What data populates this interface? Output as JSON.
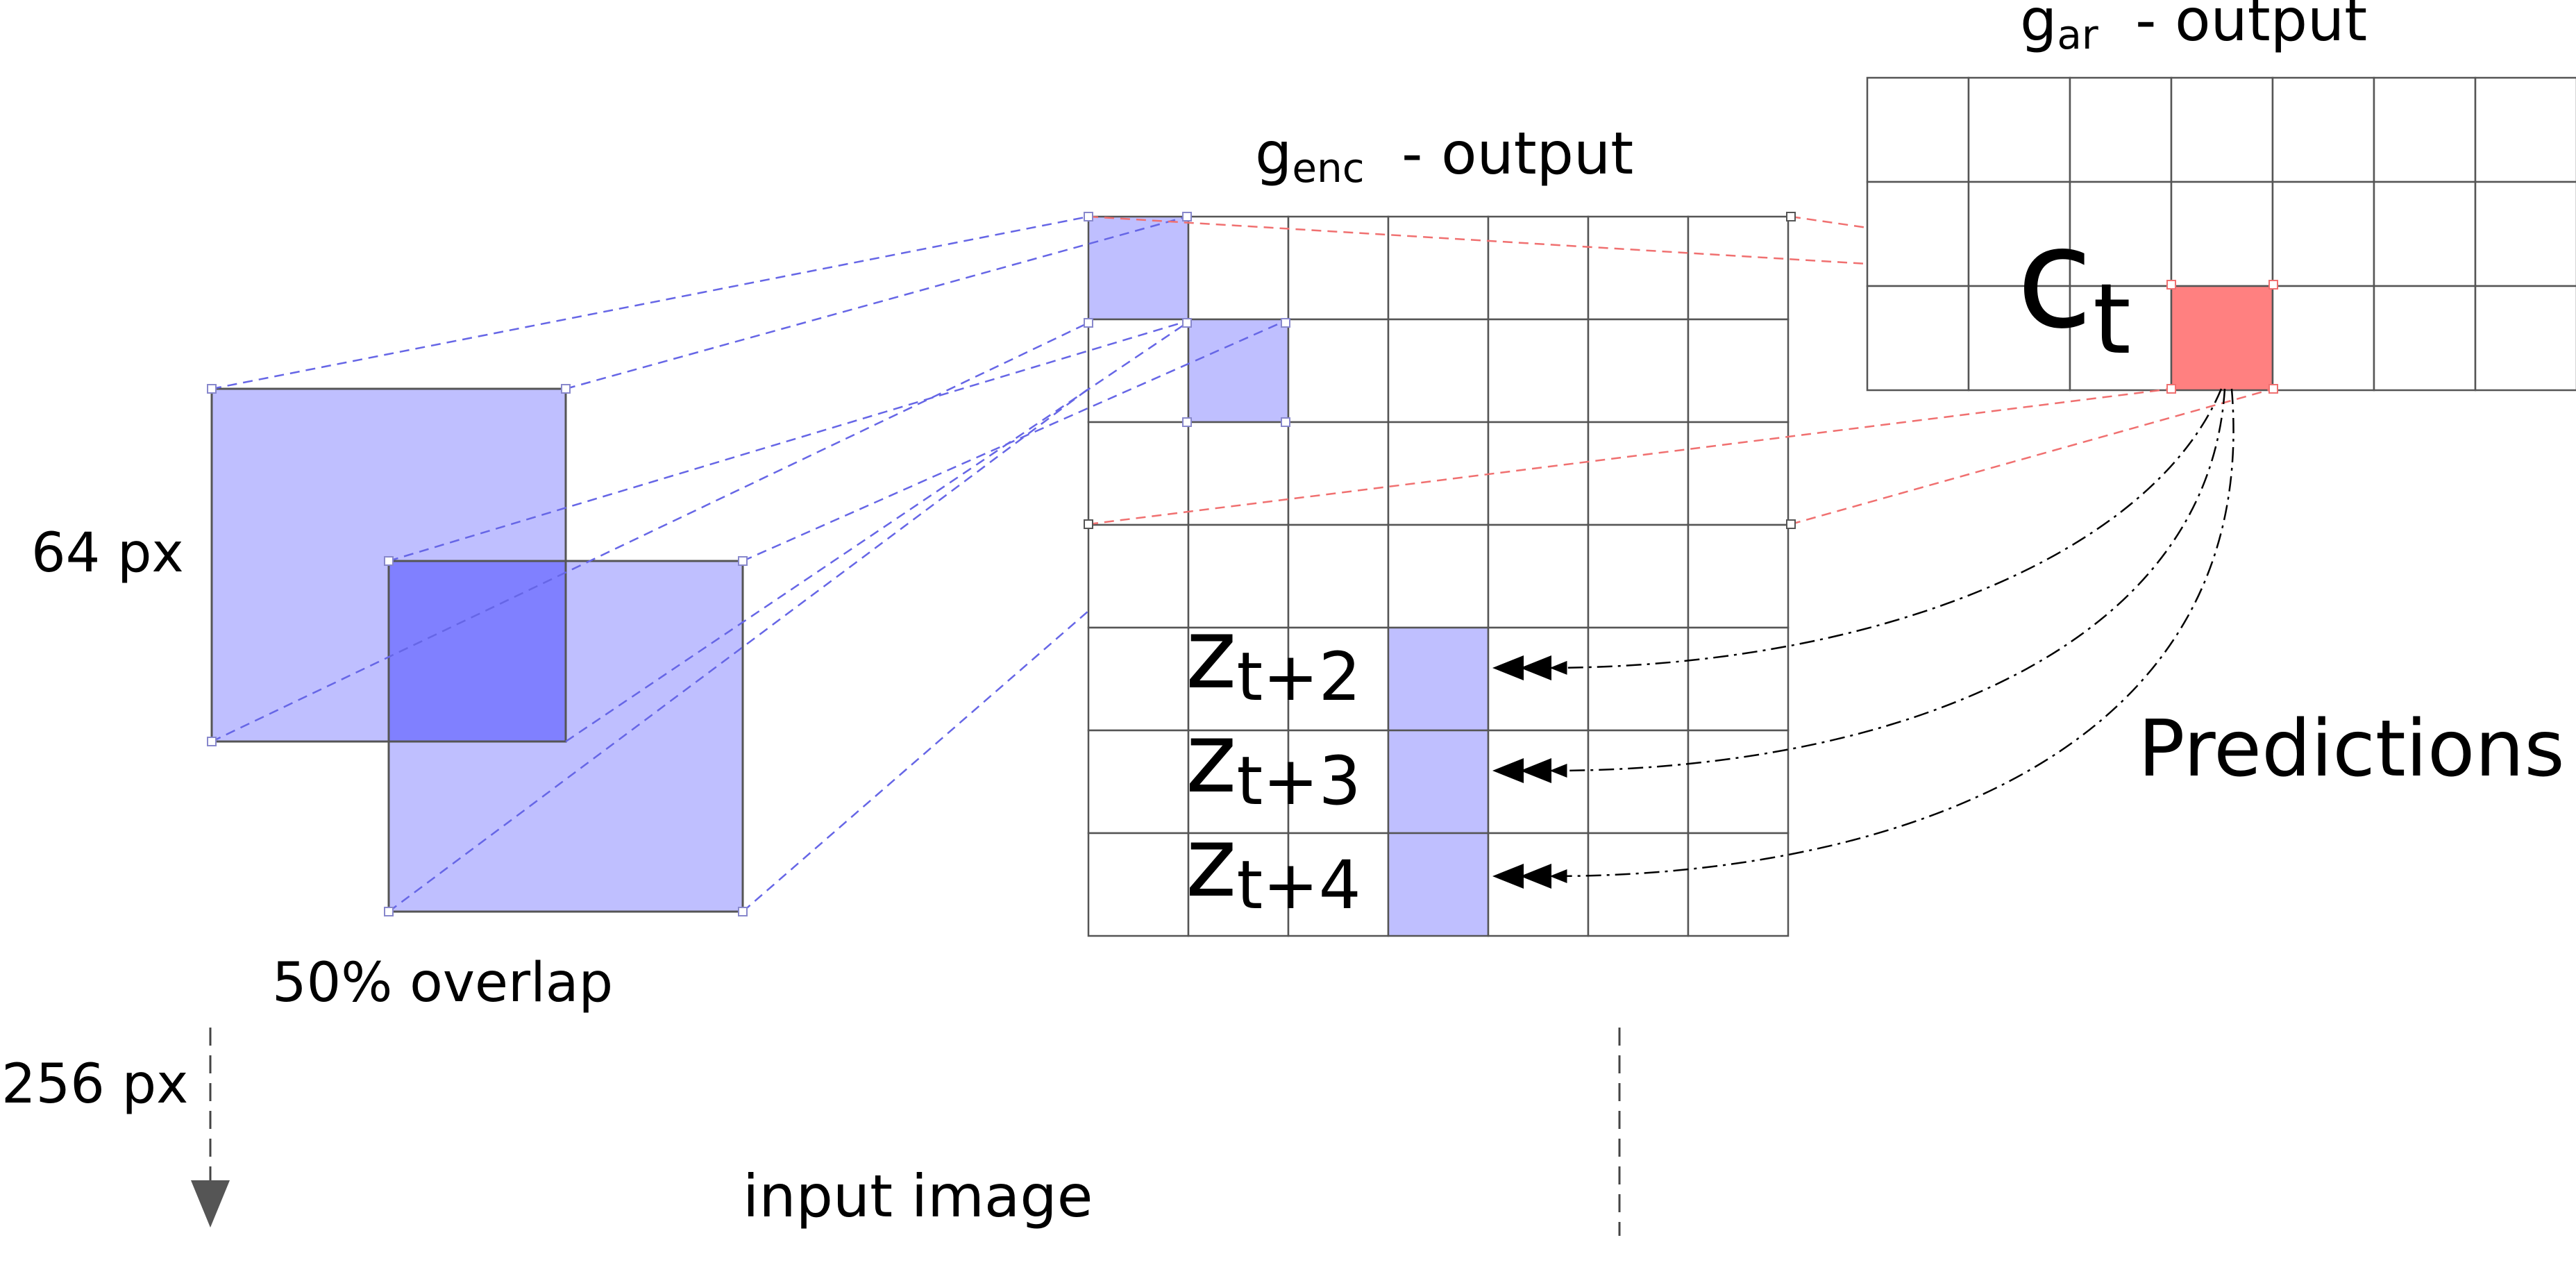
{
  "labels": {
    "patch_size": "64 px",
    "overlap": "50% overlap",
    "image_size": "256 px",
    "input_image": "input image",
    "predictions": "Predictions"
  },
  "encoder": {
    "title_base": "g",
    "title_sub": "enc",
    "title_suffix": "  - output",
    "rows": 7,
    "cols": 7,
    "latents": [
      {
        "base": "z",
        "sub": "t+2"
      },
      {
        "base": "z",
        "sub": "t+3"
      },
      {
        "base": "z",
        "sub": "t+4"
      }
    ]
  },
  "ar": {
    "title_base": "g",
    "title_sub": "ar",
    "title_suffix": "  - output",
    "rows": 3,
    "cols": 7,
    "context": {
      "base": "c",
      "sub": "t"
    }
  },
  "colors": {
    "patch": "#bfbfff",
    "patch_overlap": "#8080ff",
    "context_cell": "#ff8080",
    "grid_line": "#555555",
    "blue_dash": "#6666e6",
    "red_dash": "#f07070",
    "arrow": "#000000"
  }
}
